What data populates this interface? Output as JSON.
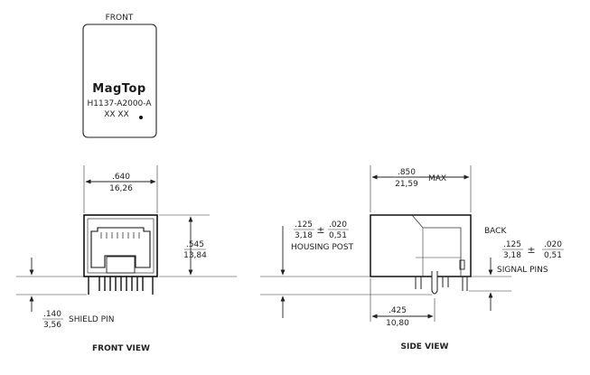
{
  "front_label": "FRONT",
  "brand": "MagTop",
  "part_number": "H1137-A2000-A",
  "date_code": "XX XX",
  "front_view": {
    "width_in": ".640",
    "width_mm": "16,26",
    "height_in": ".545",
    "height_mm": "13,84",
    "shield_pin_in": ".140",
    "shield_pin_mm": "3,56",
    "shield_pin_label": "SHIELD PIN",
    "caption": "FRONT VIEW"
  },
  "side_view": {
    "length_in": ".850",
    "length_mm": "21,59",
    "length_suffix": "MAX",
    "housing_post_in": ".125",
    "housing_post_mm": "3,18",
    "housing_post_tol_symbol": "±",
    "housing_post_tol_in": ".020",
    "housing_post_tol_mm": "0,51",
    "housing_post_label": "HOUSING POST",
    "back_label": "BACK",
    "signal_pins_in": ".125",
    "signal_pins_mm": "3,18",
    "signal_pins_tol_symbol": "±",
    "signal_pins_tol_in": ".020",
    "signal_pins_tol_mm": "0,51",
    "signal_pins_label": "SIGNAL PINS",
    "post_offset_in": ".425",
    "post_offset_mm": "10,80",
    "caption": "SIDE VIEW"
  }
}
